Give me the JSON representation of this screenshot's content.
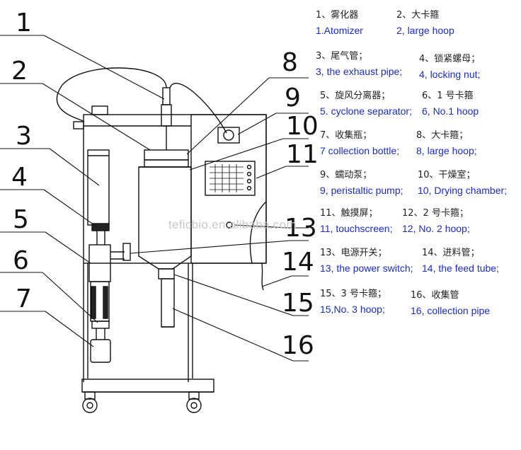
{
  "callouts": [
    "1",
    "2",
    "3",
    "4",
    "5",
    "6",
    "7",
    "8",
    "9",
    "10",
    "11",
    "13",
    "14",
    "15",
    "16"
  ],
  "legend": [
    {
      "zh": "1、雾化器",
      "en": "1.Atomizer"
    },
    {
      "zh": "2、大卡箍",
      "en": "2, large hoop"
    },
    {
      "zh": "3、尾气管；",
      "en": "3, the exhaust pipe;"
    },
    {
      "zh": "4、锁紧螺母；",
      "en": "4, locking nut;"
    },
    {
      "zh": "5、旋风分离器；",
      "en": "5. cyclone separator;"
    },
    {
      "zh": "6、1 号卡箍",
      "en": "6,    No.1 hoop"
    },
    {
      "zh": "7、收集瓶；",
      "en": "7 collection bottle;"
    },
    {
      "zh": "8、大卡箍；",
      "en": "8, large hoop;"
    },
    {
      "zh": "9、蠕动泵；",
      "en": "9, peristaltic pump;"
    },
    {
      "zh": "10、干燥室；",
      "en": "10, Drying chamber;"
    },
    {
      "zh": "11、触摸屏；",
      "en": "11, touchscreen;"
    },
    {
      "zh": "12、2 号卡箍；",
      "en": "12,    No. 2 hoop;"
    },
    {
      "zh": "13、电源开关；",
      "en": "13, the power switch;"
    },
    {
      "zh": "14、进料管；",
      "en": "14, the feed tube;"
    },
    {
      "zh": "15、3 号卡箍；",
      "en": "15,No. 3 hoop;"
    },
    {
      "zh": "16、收集管",
      "en": "16, collection pipe"
    }
  ],
  "watermark": "teficbio.en.alibaba.com"
}
